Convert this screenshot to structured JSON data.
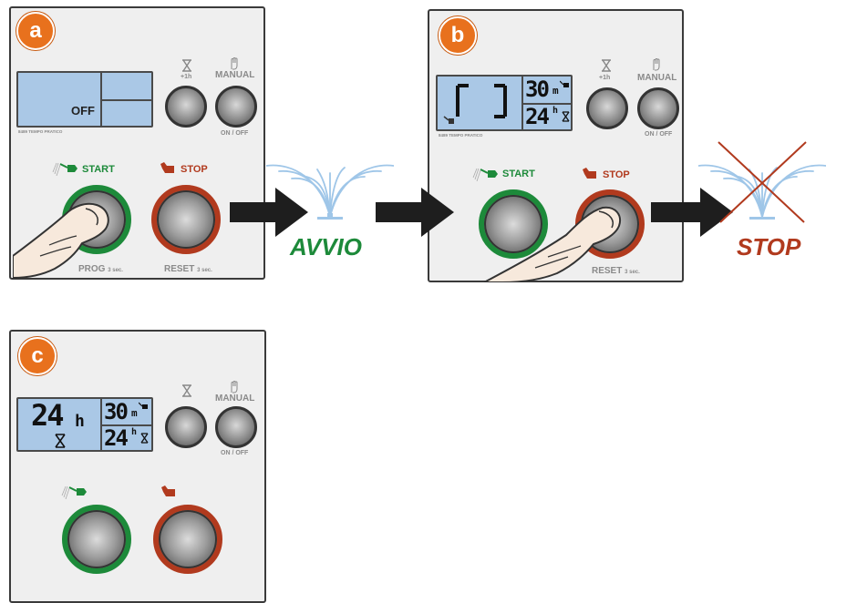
{
  "colors": {
    "start_green": "#1d8a3a",
    "stop_red": "#b13a1e",
    "badge_orange": "#e8711d",
    "lcd_blue": "#aac8e6",
    "water_blue": "#9fc6e8"
  },
  "panel_a": {
    "badge": "a",
    "lcd_text": "OFF",
    "brand": "8489 TEMPO PRATICO",
    "timer_label": "+1h",
    "manual_label": "MANUAL",
    "onoff_label": "ON / OFF",
    "start_label": "START",
    "stop_label": "STOP",
    "prog_label": "PROG",
    "prog_suffix": "3 sec.",
    "reset_label": "RESET",
    "reset_suffix": "3 sec."
  },
  "result_a": {
    "label": "AVVIO"
  },
  "panel_b": {
    "badge": "b",
    "lcd_top": "30",
    "lcd_top_unit": "m",
    "lcd_bottom": "24",
    "lcd_bottom_unit": "h",
    "brand": "8489 TEMPO PRATICO",
    "timer_label": "+1h",
    "manual_label": "MANUAL",
    "onoff_label": "ON / OFF",
    "start_label": "START",
    "stop_label": "STOP",
    "reset_label": "RESET",
    "reset_suffix": "3 sec."
  },
  "result_b": {
    "label": "STOP"
  },
  "panel_c": {
    "badge": "c",
    "lcd_main": "24",
    "lcd_main_unit": "h",
    "lcd_top": "30",
    "lcd_top_unit": "m",
    "lcd_bottom": "24",
    "lcd_bottom_unit": "h",
    "manual_label": "MANUAL",
    "onoff_label": "ON / OFF"
  }
}
